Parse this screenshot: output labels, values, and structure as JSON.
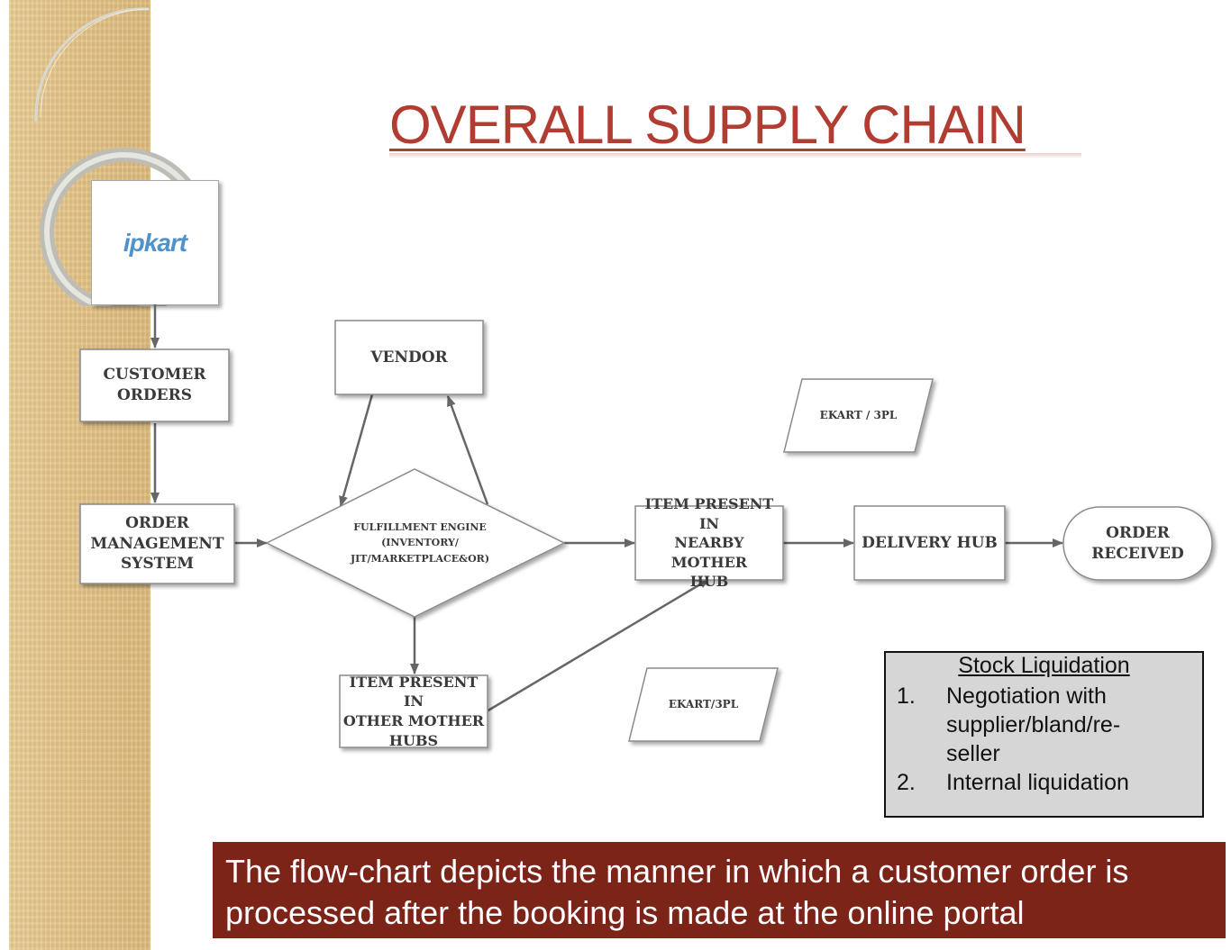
{
  "title": "OVERALL SUPPLY CHAIN",
  "logo": {
    "text": "ipkart"
  },
  "nodes": {
    "customer_orders": "CUSTOMER\nORDERS",
    "order_management": "ORDER\nMANAGEMENT\nSYSTEM",
    "vendor": "VENDOR",
    "fulfillment_engine": "FULFILLMENT ENGINE\n(INVENTORY/\nJIT/MARKETPLACE&OR)",
    "item_nearby": "ITEM PRESENT IN\nNEARBY MOTHER\nHUB",
    "item_other": "ITEM PRESENT IN\nOTHER MOTHER\nHUBS",
    "delivery_hub": "DELIVERY HUB",
    "order_received": "ORDER\nRECEIVED",
    "ekart_top": "EKART / 3PL",
    "ekart_bottom": "EKART/3PL"
  },
  "stock_liquidation": {
    "title": "Stock Liquidation",
    "items": [
      {
        "num": "1.",
        "text": "Negotiation with supplier/bland/re-seller"
      },
      {
        "num": "2.",
        "text": "Internal liquidation"
      }
    ]
  },
  "caption": "The flow-chart depicts the manner in which a customer order is processed after the booking is made at the online portal",
  "colors": {
    "title": "#b13c31",
    "caption_bg": "#7d2419",
    "stock_bg": "#d6d6d6",
    "node_border": "#8a8a8a",
    "arrow": "#666666"
  }
}
